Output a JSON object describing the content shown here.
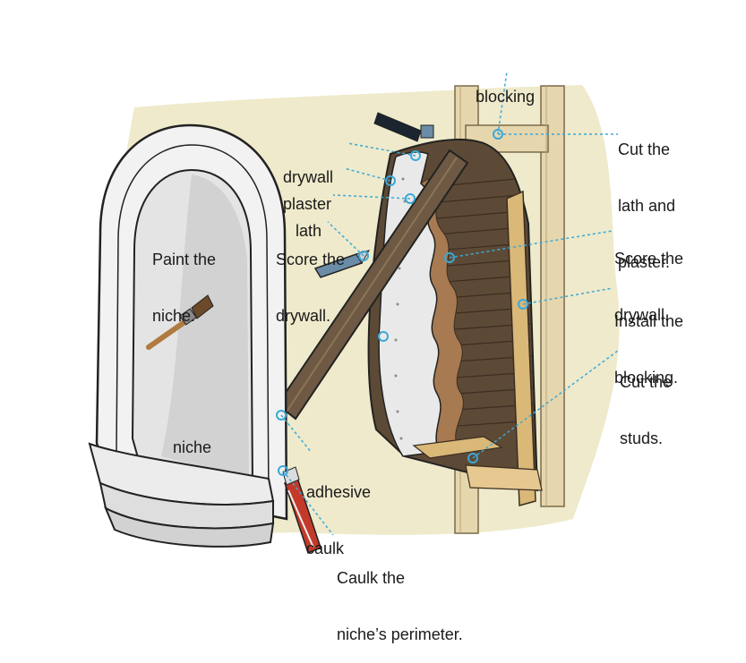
{
  "labels": {
    "blocking": "blocking",
    "cut_lath_1": "Cut the",
    "cut_lath_2": "lath and",
    "cut_lath_3": "plaster.",
    "drywall": "drywall",
    "plaster": "plaster",
    "lath": "lath",
    "score_left_1": "Score the",
    "score_left_2": "drywall.",
    "paint_1": "Paint the",
    "paint_2": "niche.",
    "score_right_1": "Score the",
    "score_right_2": "drywall.",
    "install_1": "Install the",
    "install_2": "blocking.",
    "cut_studs_1": "Cut the",
    "cut_studs_2": "studs.",
    "niche": "niche",
    "adhesive_1": "adhesive",
    "adhesive_2": "caulk",
    "perimeter_1": "Caulk the",
    "perimeter_2": "niche’s perimeter."
  },
  "colors": {
    "wall": "#eeeacb",
    "niche": "#e6e6e6",
    "niche_shadow": "#c8c8c8",
    "stud": "#e3d4ac",
    "lath": "#6b5640",
    "board": "#6e5a44",
    "leader": "#3aa8d8",
    "outline": "#222222"
  }
}
